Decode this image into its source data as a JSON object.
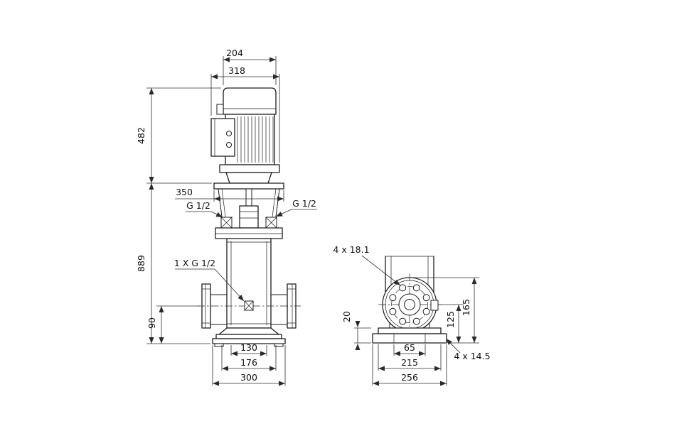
{
  "front": {
    "dims": {
      "d204": "204",
      "d318": "318",
      "d482": "482",
      "d350": "350",
      "d889": "889",
      "d90": "90",
      "d130": "130",
      "d176": "176",
      "d300": "300"
    },
    "labels": {
      "vent_left": "G 1/2",
      "vent_right": "G 1/2",
      "drain": "1 X G 1/2"
    }
  },
  "side": {
    "dims": {
      "d20": "20",
      "d65": "65",
      "d125": "125",
      "d165": "165",
      "d215": "215",
      "d256": "256"
    },
    "labels": {
      "flange_holes": "4 x 18.1",
      "base_holes": "4 x 14.5"
    }
  },
  "colors": {
    "line": "#1c1c1c",
    "dimension": "#2b2b2b",
    "background": "#ffffff"
  }
}
